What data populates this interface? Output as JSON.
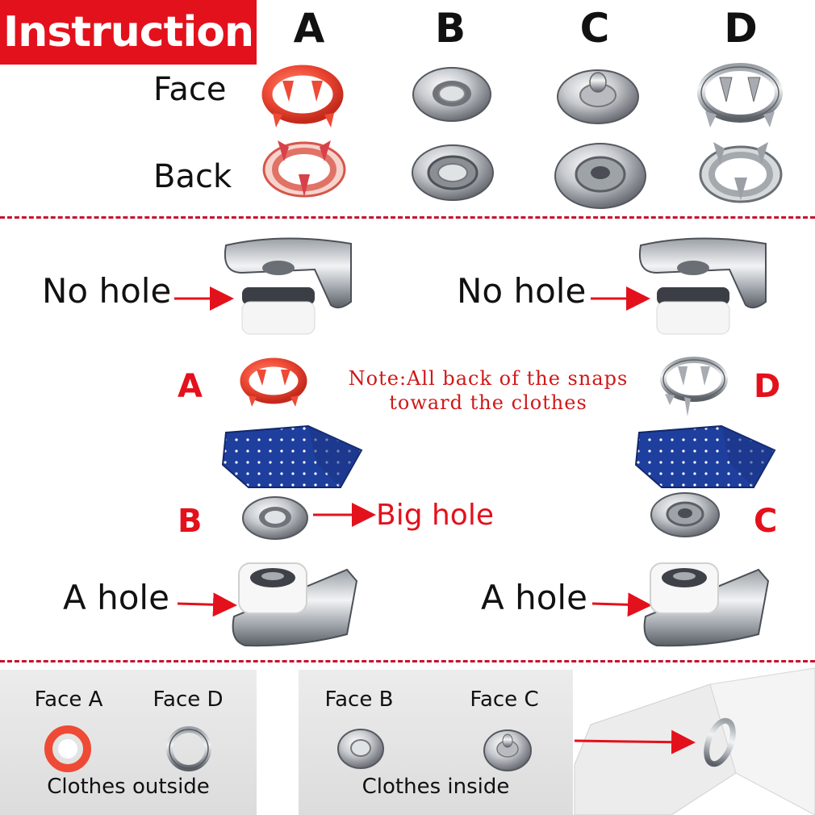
{
  "header": {
    "title": "Instruction",
    "columns": [
      "A",
      "B",
      "C",
      "D"
    ]
  },
  "rows": {
    "face_label": "Face",
    "back_label": "Back"
  },
  "colors": {
    "accent_red": "#e3111c",
    "snap_red": "#ee4a36",
    "fabric_blue": "#1f3f9e",
    "divider": "#c8102e"
  },
  "instruction_left": {
    "top_label": "No hole",
    "letter_top": "A",
    "letter_bottom": "B",
    "big_hole": "Big hole",
    "bottom_label": "A hole"
  },
  "instruction_right": {
    "top_label": "No hole",
    "letter_top": "D",
    "letter_bottom": "C",
    "bottom_label": "A hole"
  },
  "note": {
    "line1": "Note:All back of the snaps",
    "line2": "toward the clothes"
  },
  "panels": {
    "outside": {
      "face_a": "Face A",
      "face_d": "Face D",
      "caption": "Clothes outside"
    },
    "inside": {
      "face_b": "Face B",
      "face_c": "Face C",
      "caption": "Clothes inside"
    }
  },
  "icons": [
    "prong-ring-snap-icon",
    "socket-snap-icon",
    "stud-snap-icon",
    "snap-press-tool-icon",
    "fabric-icon",
    "arrow-icon"
  ]
}
